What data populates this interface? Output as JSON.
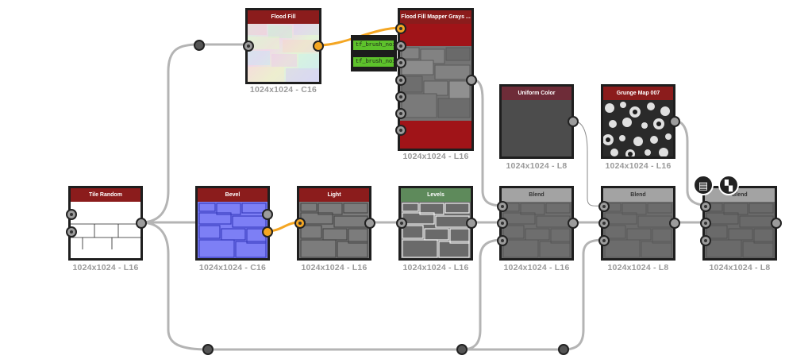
{
  "nodes": [
    {
      "id": "tile-random",
      "title": "Tile Random",
      "header_color": "#8b1c1c",
      "caption": "1024x1024 - L16"
    },
    {
      "id": "bevel",
      "title": "Bevel",
      "header_color": "#8b1c1c",
      "caption": "1024x1024 - C16"
    },
    {
      "id": "light",
      "title": "Light",
      "header_color": "#8b1c1c",
      "caption": "1024x1024 - L16"
    },
    {
      "id": "levels",
      "title": "Levels",
      "header_color": "#5e8a5b",
      "caption": "1024x1024 - L16"
    },
    {
      "id": "blend-1",
      "title": "Blend",
      "header_color": "#a3a3a3",
      "caption": "1024x1024 - L16"
    },
    {
      "id": "blend-2",
      "title": "Blend",
      "header_color": "#a3a3a3",
      "caption": "1024x1024 - L8"
    },
    {
      "id": "blend-3",
      "title": "Blend",
      "header_color": "#a3a3a3",
      "caption": "1024x1024 - L8"
    },
    {
      "id": "flood-fill",
      "title": "Flood Fill",
      "header_color": "#8b1c1c",
      "caption": "1024x1024 - C16"
    },
    {
      "id": "flood-fill-mapper",
      "title": "Flood Fill Mapper Grays ...",
      "header_color": "#8b1c1c",
      "caption": "1024x1024 - L16"
    },
    {
      "id": "uniform-color",
      "title": "Uniform Color",
      "header_color": "#6e2c38",
      "caption": "1024x1024 - L8"
    },
    {
      "id": "grunge-map",
      "title": "Grunge Map 007",
      "header_color": "#8b1c1c",
      "caption": "1024x1024 - L16"
    }
  ],
  "params": [
    "tf_brush_noi...",
    "tf_brush_noi..."
  ],
  "tools": [
    {
      "name": "document-icon",
      "glyph": "▤"
    },
    {
      "name": "checker-icon",
      "glyph": "▚"
    }
  ],
  "colors": {
    "wire": "#b4b4b4",
    "wire_active": "#f4a623",
    "param_green": "#5dc22b",
    "mapper_red": "#a01418"
  }
}
